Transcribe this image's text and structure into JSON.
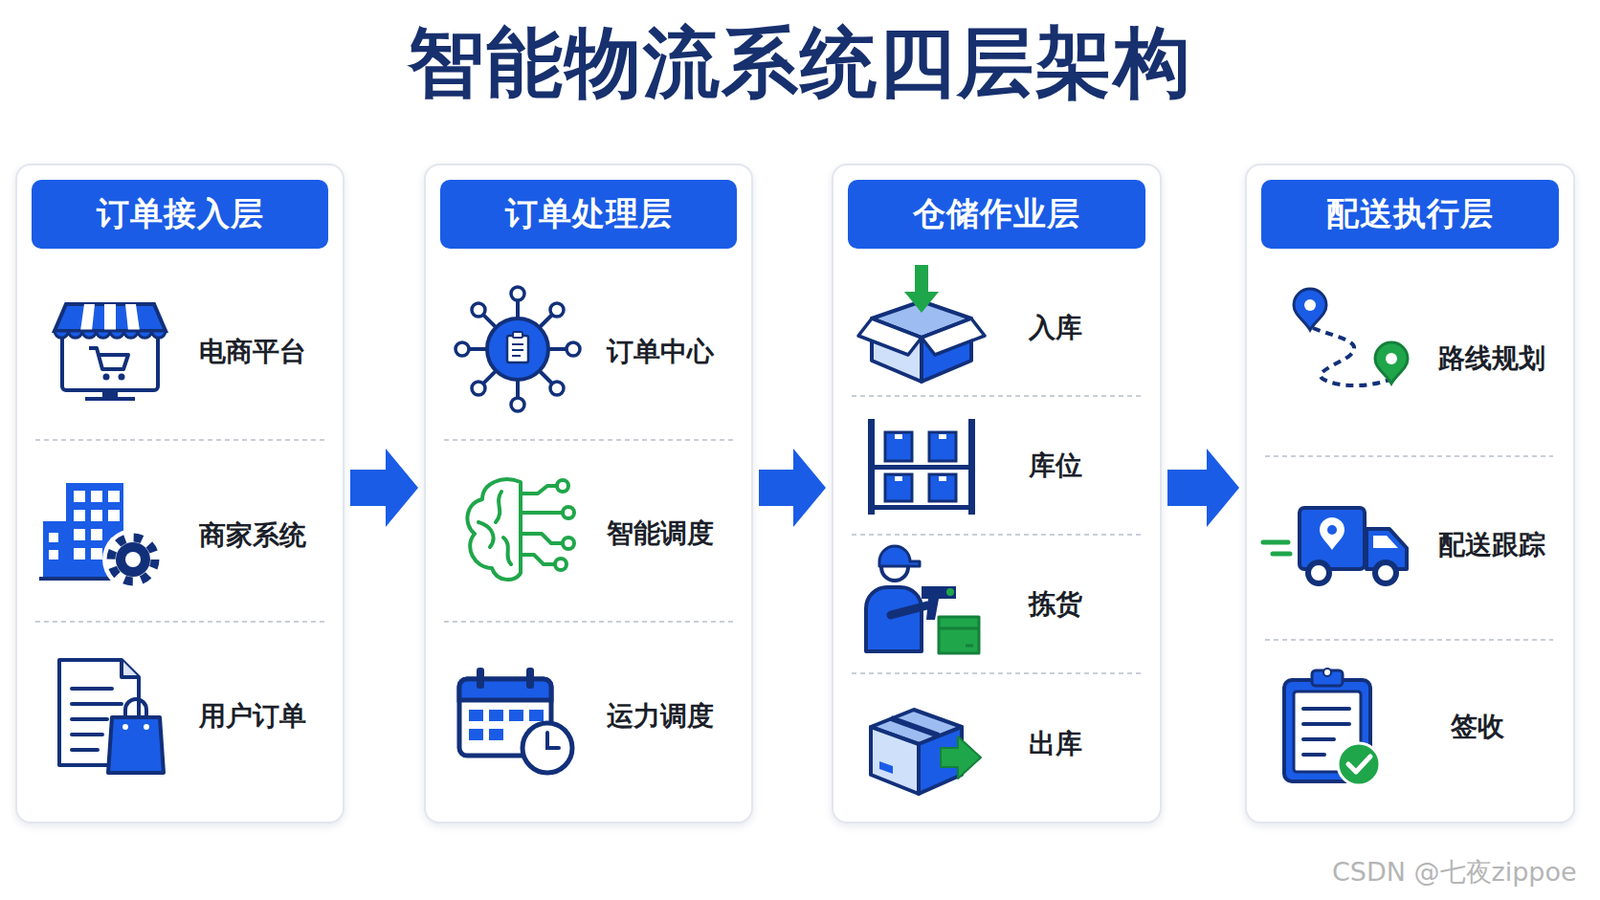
{
  "diagram": {
    "title": "智能物流系统四层架构",
    "nodes": [
      {
        "text": [
          "订单接入层"
        ]
      },
      {
        "text": [
          "订单处理层"
        ]
      },
      {
        "text": [
          "仓储作业层"
        ]
      },
      {
        "text": [
          "配送执行层"
        ]
      }
    ],
    "edges": [
      {
        "from": 0,
        "to": 1,
        "arrow": "to"
      },
      {
        "from": 1,
        "to": 2,
        "arrow": "to"
      },
      {
        "from": 2,
        "to": 3,
        "arrow": "to"
      }
    ],
    "labels": [
      "电商平台",
      "商家系统",
      "用户订单",
      "订单中心",
      "智能调度",
      "运力调度",
      "入库",
      "库位",
      "拣货",
      "出库",
      "路线规划",
      "配送跟踪",
      "签收",
      "CSDN @七夜zippoe"
    ]
  }
}
